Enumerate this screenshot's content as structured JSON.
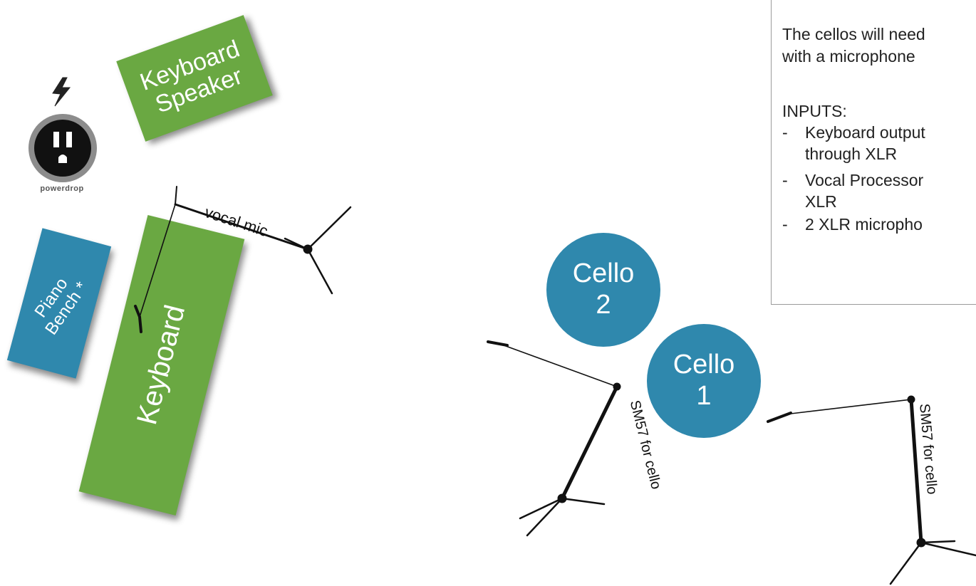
{
  "notes": {
    "intro_line1": "The cellos will need",
    "intro_line2": "with a microphone",
    "inputs_heading": "INPUTS:",
    "bullets": [
      {
        "line1": "Keyboard output",
        "line2": "through XLR"
      },
      {
        "line1": "Vocal Processor",
        "line2": "XLR"
      },
      {
        "line1": "2 XLR micropho",
        "line2": ""
      }
    ]
  },
  "stage": {
    "keyboard_speaker_line1": "Keyboard",
    "keyboard_speaker_line2": "Speaker",
    "keyboard": "Keyboard",
    "piano_bench_line1": "Piano",
    "piano_bench_line2": "Bench *",
    "cello2_line1": "Cello",
    "cello2_line2": "2",
    "cello1_line1": "Cello",
    "cello1_line2": "1",
    "power_label": "powerdrop",
    "vocal_mic_label": "vocal mic",
    "sm57_label_1": "SM57 for cello",
    "sm57_label_2": "SM57 for cello"
  },
  "colors": {
    "green": "#6aa842",
    "blue": "#2f88ad",
    "stand": "#111111"
  }
}
